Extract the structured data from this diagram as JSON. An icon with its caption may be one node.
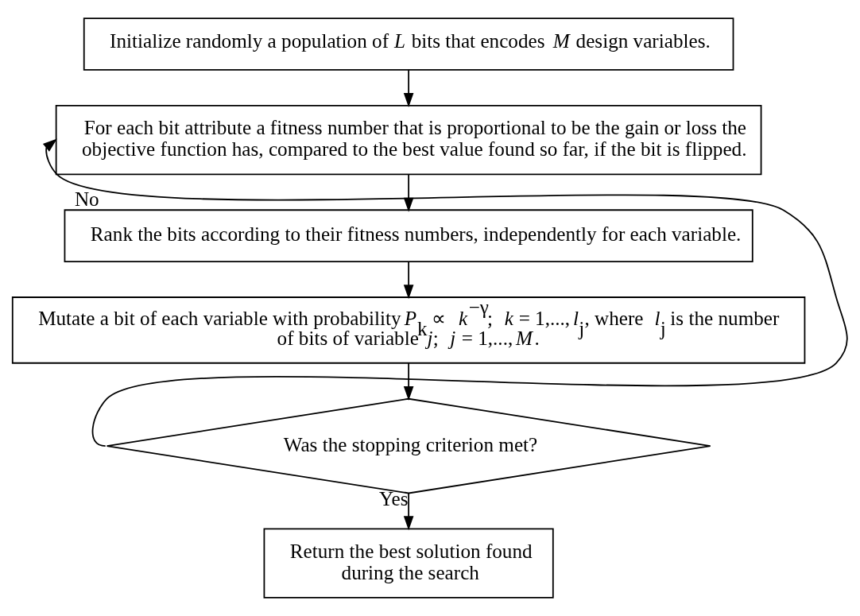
{
  "diagram": {
    "nodes": [
      {
        "text": [
          "Initialize randomly a population of *L* bits that encodes *M* design variables."
        ]
      },
      {
        "text": [
          "For each bit attribute a fitness number that is proportional to be the gain or loss the objective function has, compared to the best value found so far, if the bit is flipped."
        ]
      },
      {
        "text": [
          "Rank the bits according to their fitness numbers, independently for each variable."
        ]
      },
      {
        "text": [
          "Mutate a bit of each variable with probability *P*$_{k}$ ∝ *k*$^{−γ}$; *k* = 1,...,*l*$_{j}$, where *l*$_{j}$ is the number of bits of variable *j*; *j* = 1,...,*M*."
        ]
      },
      {
        "text": [
          "Was the stopping criterion met?"
        ]
      },
      {
        "text": [
          "Return the best solution found during the search"
        ]
      }
    ],
    "edges": [
      {
        "from": 0,
        "to": 1,
        "arrow": "to"
      },
      {
        "from": 1,
        "to": 2,
        "arrow": "to"
      },
      {
        "from": 2,
        "to": 3,
        "arrow": "to"
      },
      {
        "from": 3,
        "to": 4,
        "arrow": "to"
      },
      {
        "from": 4,
        "to": 1,
        "arrow": "to",
        "label": "No"
      },
      {
        "from": 4,
        "to": 5,
        "arrow": "to",
        "label": "Yes"
      }
    ]
  }
}
